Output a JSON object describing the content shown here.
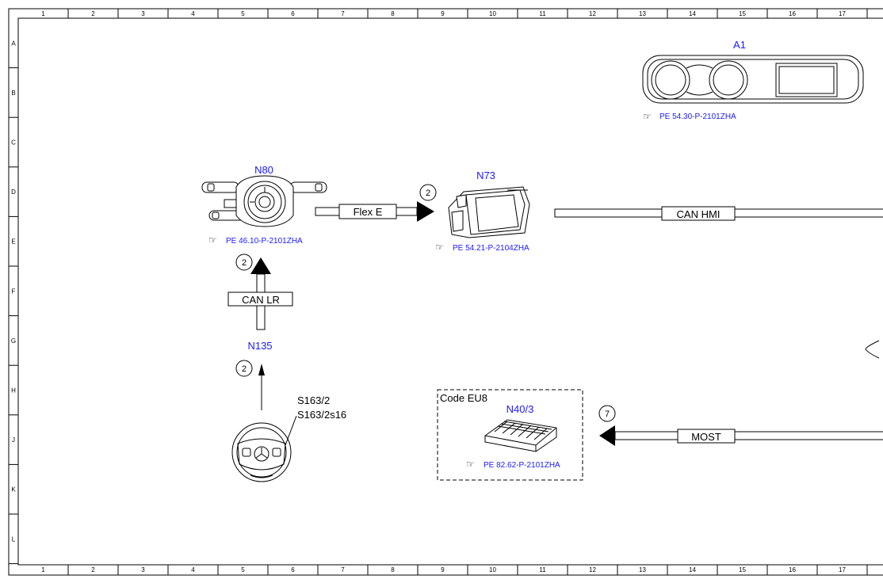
{
  "frame": {
    "columns": [
      "1",
      "2",
      "3",
      "4",
      "5",
      "6",
      "7",
      "8",
      "9",
      "10",
      "11",
      "12",
      "13",
      "14",
      "15",
      "16",
      "17"
    ],
    "rows": [
      "A",
      "B",
      "C",
      "D",
      "E",
      "F",
      "G",
      "H",
      "J",
      "K",
      "L"
    ]
  },
  "components": {
    "a1": {
      "label": "A1",
      "ref": "PE 54.30-P-2101ZHA"
    },
    "n80": {
      "label": "N80",
      "ref": "PE 46.10-P-2101ZHA"
    },
    "n73": {
      "label": "N73",
      "ref": "PE 54.21-P-2104ZHA"
    },
    "n135": {
      "label": "N135"
    },
    "s163": {
      "label_1": "S163/2",
      "label_2": "S163/2s16"
    },
    "n40_3": {
      "label": "N40/3",
      "ref": "PE 82.62-P-2101ZHA",
      "code": "Code EU8"
    }
  },
  "connections": {
    "flex_e": {
      "label": "Flex E",
      "badge": "2"
    },
    "can_hmi": {
      "label": "CAN HMI"
    },
    "can_lr": {
      "label": "CAN LR",
      "badge": "2"
    },
    "n135_to_n80": {
      "badge": "2"
    },
    "most": {
      "label": "MOST",
      "badge": "7"
    }
  },
  "icons": {
    "reference": "hand-pointer-icon"
  }
}
